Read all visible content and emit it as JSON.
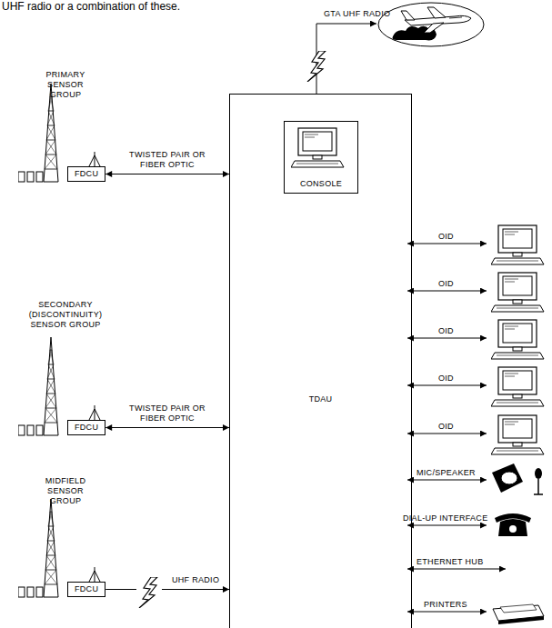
{
  "diagram": {
    "nodes": [
      {
        "text": [
          "FDCU"
        ]
      },
      {
        "text": [
          "TDAU"
        ]
      },
      {
        "text": [
          "CONSOLE"
        ],
        "in": 1
      },
      {
        "text": [
          "FDCU"
        ]
      },
      {
        "text": [
          "FDCU"
        ]
      }
    ],
    "edges": [
      {
        "from": 0,
        "to": 1,
        "arrow": "both",
        "label": "TWISTED PAIR OR FIBER OPTIC"
      },
      {
        "from": 3,
        "to": 1,
        "arrow": "both",
        "label": "TWISTED PAIR OR FIBER OPTIC"
      },
      {
        "from": 4,
        "to": 1,
        "arrow": "to",
        "label": "UHF RADIO"
      }
    ],
    "labels": [
      "UHF radio or a combination of these.",
      "GTA UHF RADIO",
      "PRIMARY SENSOR GROUP",
      "SECONDARY (DISCONTINUITY) SENSOR GROUP",
      "MIDFIELD SENSOR GROUP",
      "OID",
      "OID",
      "OID",
      "OID",
      "OID",
      "MIC/SPEAKER",
      "DIAL-UP INTERFACE",
      "ETHERNET HUB",
      "PRINTERS"
    ]
  }
}
